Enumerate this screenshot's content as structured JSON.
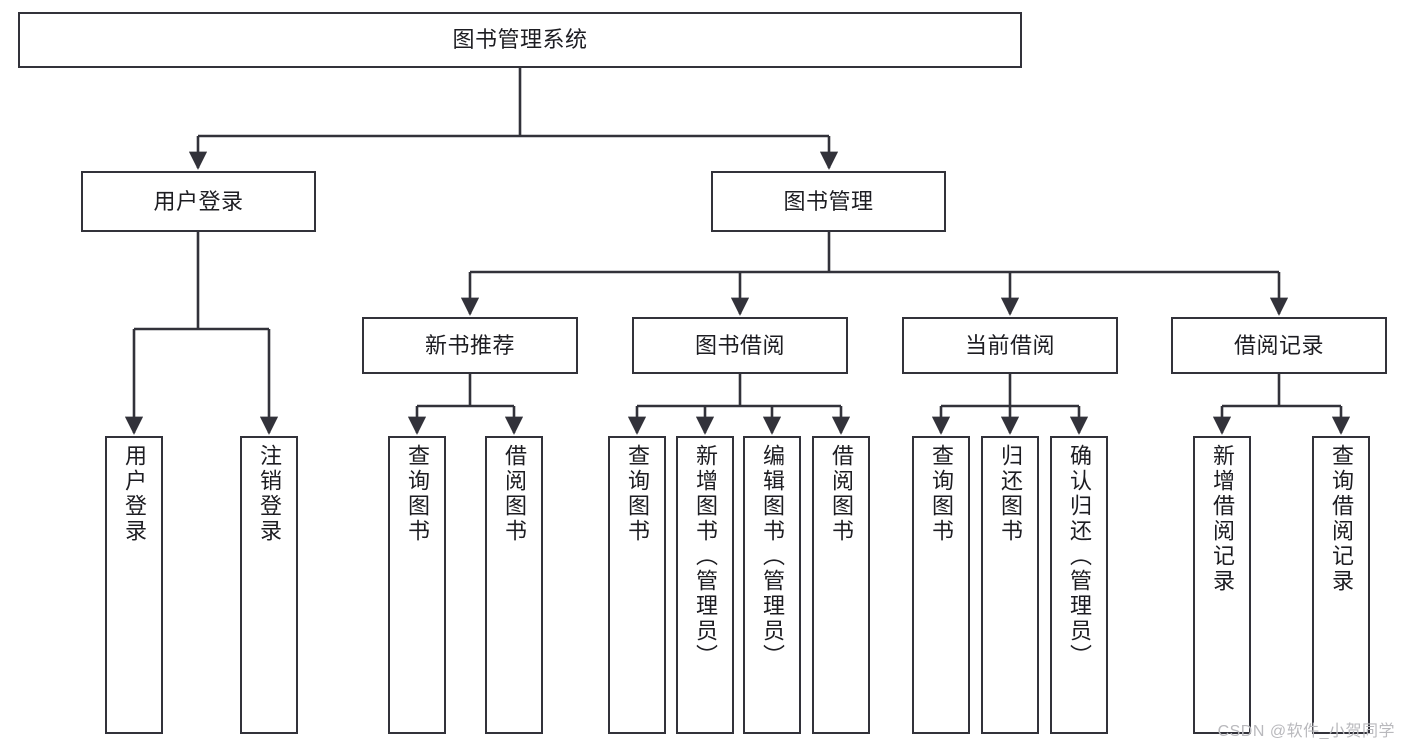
{
  "diagram": {
    "type": "tree-hierarchy",
    "title": "图书管理系统",
    "colors": {
      "stroke": "#32323a",
      "box_fill": "#ffffff",
      "text": "#1d1d22",
      "watermark": "#b9b9bd",
      "background": "#ffffff"
    },
    "nodes": {
      "root": {
        "label": "图书管理系统",
        "level": 1,
        "orientation": "horizontal"
      },
      "user_login": {
        "label": "用户登录",
        "level": 2,
        "orientation": "horizontal"
      },
      "book_manage": {
        "label": "图书管理",
        "level": 2,
        "orientation": "horizontal"
      },
      "new_book_rec": {
        "label": "新书推荐",
        "level": 3,
        "orientation": "horizontal"
      },
      "book_borrow": {
        "label": "图书借阅",
        "level": 3,
        "orientation": "horizontal"
      },
      "current_borrow": {
        "label": "当前借阅",
        "level": 3,
        "orientation": "horizontal"
      },
      "borrow_record": {
        "label": "借阅记录",
        "level": 3,
        "orientation": "horizontal"
      },
      "leaf_user_login": {
        "label": "用户登录",
        "level": 4,
        "orientation": "vertical"
      },
      "leaf_logout_login": {
        "label": "注销登录",
        "level": 4,
        "orientation": "vertical"
      },
      "leaf_query_book_1": {
        "label": "查询图书",
        "level": 4,
        "orientation": "vertical"
      },
      "leaf_borrow_book_1": {
        "label": "借阅图书",
        "level": 4,
        "orientation": "vertical"
      },
      "leaf_query_book_2": {
        "label": "查询图书",
        "level": 4,
        "orientation": "vertical"
      },
      "leaf_add_book_admin": {
        "label": "新增图书（管理员）",
        "level": 4,
        "orientation": "vertical"
      },
      "leaf_edit_book_admin": {
        "label": "编辑图书（管理员）",
        "level": 4,
        "orientation": "vertical"
      },
      "leaf_borrow_book_2": {
        "label": "借阅图书",
        "level": 4,
        "orientation": "vertical"
      },
      "leaf_query_book_3": {
        "label": "查询图书",
        "level": 4,
        "orientation": "vertical"
      },
      "leaf_return_book": {
        "label": "归还图书",
        "level": 4,
        "orientation": "vertical"
      },
      "leaf_confirm_return_admin": {
        "label": "确认归还（管理员）",
        "level": 4,
        "orientation": "vertical"
      },
      "leaf_add_borrow_record": {
        "label": "新增借阅记录",
        "level": 4,
        "orientation": "vertical"
      },
      "leaf_query_borrow_record": {
        "label": "查询借阅记录",
        "level": 4,
        "orientation": "vertical"
      }
    },
    "edges": [
      {
        "from": "root",
        "to": "user_login"
      },
      {
        "from": "root",
        "to": "book_manage"
      },
      {
        "from": "user_login",
        "to": "leaf_user_login"
      },
      {
        "from": "user_login",
        "to": "leaf_logout_login"
      },
      {
        "from": "book_manage",
        "to": "new_book_rec"
      },
      {
        "from": "book_manage",
        "to": "book_borrow"
      },
      {
        "from": "book_manage",
        "to": "current_borrow"
      },
      {
        "from": "book_manage",
        "to": "borrow_record"
      },
      {
        "from": "new_book_rec",
        "to": "leaf_query_book_1"
      },
      {
        "from": "new_book_rec",
        "to": "leaf_borrow_book_1"
      },
      {
        "from": "book_borrow",
        "to": "leaf_query_book_2"
      },
      {
        "from": "book_borrow",
        "to": "leaf_add_book_admin"
      },
      {
        "from": "book_borrow",
        "to": "leaf_edit_book_admin"
      },
      {
        "from": "book_borrow",
        "to": "leaf_borrow_book_2"
      },
      {
        "from": "current_borrow",
        "to": "leaf_query_book_3"
      },
      {
        "from": "current_borrow",
        "to": "leaf_return_book"
      },
      {
        "from": "current_borrow",
        "to": "leaf_confirm_return_admin"
      },
      {
        "from": "borrow_record",
        "to": "leaf_add_borrow_record"
      },
      {
        "from": "borrow_record",
        "to": "leaf_query_borrow_record"
      }
    ]
  },
  "watermark": {
    "text": "CSDN @软件_小贺同学"
  }
}
